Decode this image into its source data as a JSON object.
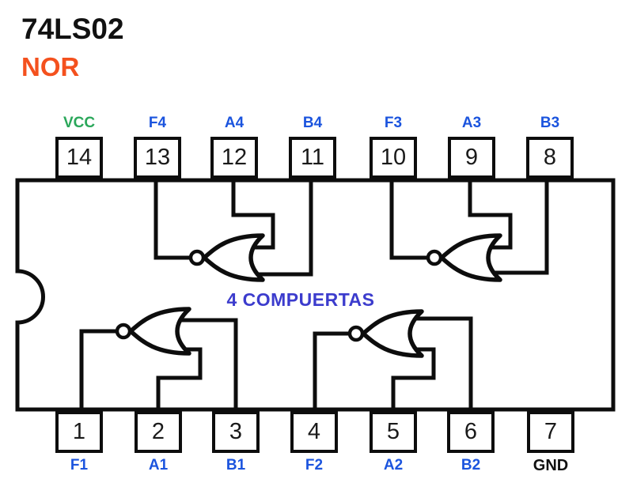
{
  "header": {
    "title": "74LS02",
    "subtitle": "NOR"
  },
  "chip": {
    "center_label": "4 COMPUERTAS",
    "top_pins": [
      {
        "number": "14",
        "label": "VCC",
        "type": "power"
      },
      {
        "number": "13",
        "label": "F4",
        "type": "signal"
      },
      {
        "number": "12",
        "label": "A4",
        "type": "signal"
      },
      {
        "number": "11",
        "label": "B4",
        "type": "signal"
      },
      {
        "number": "10",
        "label": "F3",
        "type": "signal"
      },
      {
        "number": "9",
        "label": "A3",
        "type": "signal"
      },
      {
        "number": "8",
        "label": "B3",
        "type": "signal"
      }
    ],
    "bottom_pins": [
      {
        "number": "1",
        "label": "F1",
        "type": "signal"
      },
      {
        "number": "2",
        "label": "A1",
        "type": "signal"
      },
      {
        "number": "3",
        "label": "B1",
        "type": "signal"
      },
      {
        "number": "4",
        "label": "F2",
        "type": "signal"
      },
      {
        "number": "5",
        "label": "A2",
        "type": "signal"
      },
      {
        "number": "6",
        "label": "B2",
        "type": "signal"
      },
      {
        "number": "7",
        "label": "GND",
        "type": "ground"
      }
    ],
    "gates": [
      {
        "name": "gate-1",
        "type": "NOR",
        "inputs": [
          "A1",
          "B1"
        ],
        "output": "F1"
      },
      {
        "name": "gate-2",
        "type": "NOR",
        "inputs": [
          "A2",
          "B2"
        ],
        "output": "F2"
      },
      {
        "name": "gate-3",
        "type": "NOR",
        "inputs": [
          "A3",
          "B3"
        ],
        "output": "F3"
      },
      {
        "name": "gate-4",
        "type": "NOR",
        "inputs": [
          "A4",
          "B4"
        ],
        "output": "F4"
      }
    ]
  },
  "colors": {
    "ink": "#111111",
    "line": "#0d0d0d",
    "accent_orange": "#f4511e",
    "label_blue": "#1b54de",
    "vcc_green": "#2aa75a",
    "center_blue": "#3c3ccd"
  }
}
